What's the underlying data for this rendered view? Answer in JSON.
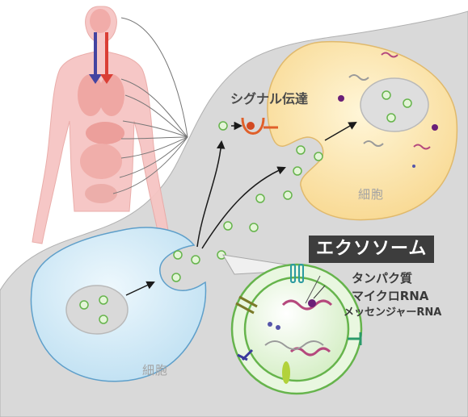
{
  "labels": {
    "cell_left": "細胞",
    "cell_right": "細胞",
    "signal": "シグナル伝達",
    "exosome_title": "エクソソーム",
    "contents": [
      "タンパク質",
      "マイクロRNA",
      "メッセンジャーRNA"
    ]
  },
  "colors": {
    "background_region": "#d6d6d6",
    "cell_left_fill": "#d4ecf8",
    "cell_left_stroke": "#5e9fca",
    "cell_right_fill": "#fbe6a8",
    "cell_right_stroke": "#e0b96c",
    "vesicle_fill": "#e4f5d8",
    "vesicle_stroke": "#66b44c",
    "body_fill": "#f6c5c3",
    "artery": "#d9342b",
    "vein": "#3a3a9c",
    "signal_receptor": "#e0602a"
  }
}
